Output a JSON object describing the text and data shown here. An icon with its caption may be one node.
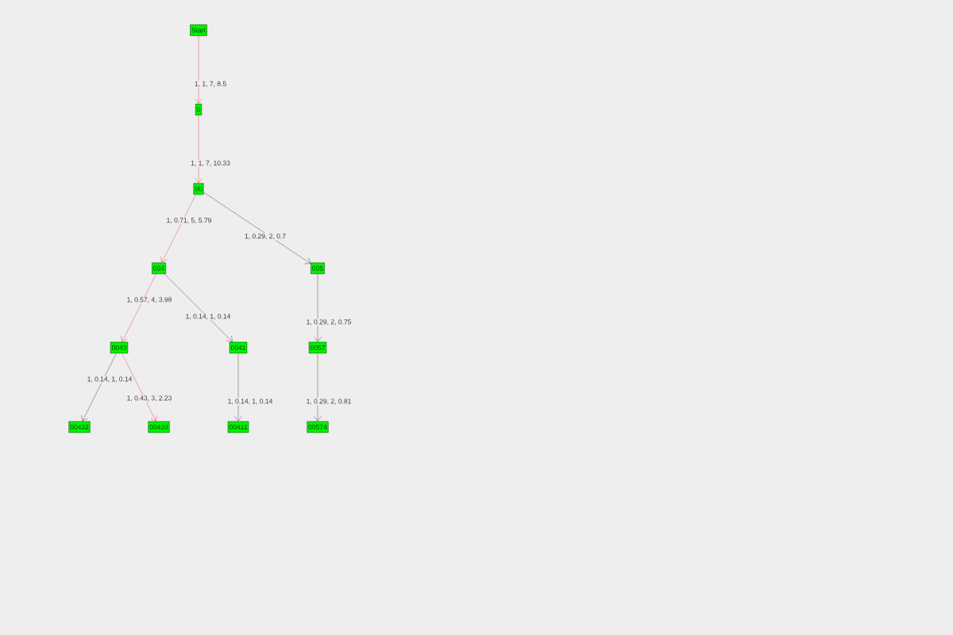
{
  "diagram": {
    "nodes": [
      {
        "text": [
          "Start"
        ]
      },
      {
        "text": [
          "0"
        ]
      },
      {
        "text": [
          "00"
        ]
      },
      {
        "text": [
          "004"
        ]
      },
      {
        "text": [
          "005"
        ]
      },
      {
        "text": [
          "0043"
        ]
      },
      {
        "text": [
          "0041"
        ]
      },
      {
        "text": [
          "0057"
        ]
      },
      {
        "text": [
          "00432"
        ]
      },
      {
        "text": [
          "00433"
        ]
      },
      {
        "text": [
          "00411"
        ]
      },
      {
        "text": [
          "00574"
        ]
      }
    ],
    "edges": [
      {
        "from": 0,
        "to": 1,
        "arrow": "to",
        "label": "1, 1, 7, 8.5",
        "color": "#ee2222"
      },
      {
        "from": 1,
        "to": 2,
        "arrow": "to",
        "label": "1, 1, 7, 10.33",
        "color": "#ee2222"
      },
      {
        "from": 2,
        "to": 3,
        "arrow": "to",
        "label": "1, 0.71, 5, 5.79",
        "color": "#ee2222"
      },
      {
        "from": 2,
        "to": 4,
        "arrow": "to",
        "label": "1, 0.29, 2, 0.7"
      },
      {
        "from": 3,
        "to": 5,
        "arrow": "to",
        "label": "1, 0.57, 4, 3.98",
        "color": "#ee2222"
      },
      {
        "from": 3,
        "to": 6,
        "arrow": "to",
        "label": "1, 0.14, 1, 0.14"
      },
      {
        "from": 4,
        "to": 7,
        "arrow": "to",
        "label": "1, 0.29, 2, 0.75"
      },
      {
        "from": 5,
        "to": 8,
        "arrow": "to",
        "label": "1, 0.14, 1, 0.14"
      },
      {
        "from": 5,
        "to": 9,
        "arrow": "to",
        "label": "1, 0.43, 3, 2.23",
        "color": "#ee2222"
      },
      {
        "from": 6,
        "to": 10,
        "arrow": "to",
        "label": "1, 0.14, 1, 0.14"
      },
      {
        "from": 7,
        "to": 11,
        "arrow": "to",
        "label": "1, 0.29, 2, 0.81"
      }
    ]
  }
}
